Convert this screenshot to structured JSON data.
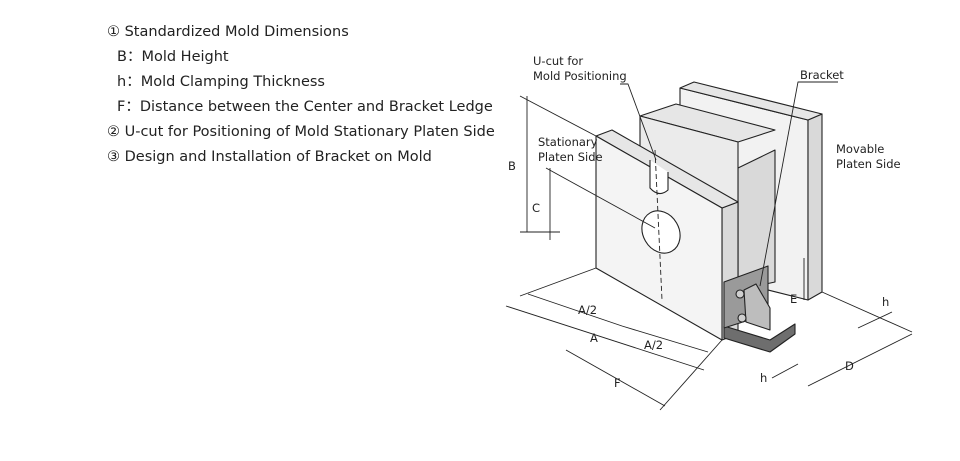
{
  "list": [
    {
      "text": "① Standardized Mold Dimensions",
      "indent": false
    },
    {
      "text": "B：Mold Height",
      "indent": true
    },
    {
      "text": "h：Mold Clamping Thickness",
      "indent": true
    },
    {
      "text": "F：Distance between the Center and Bracket Ledge",
      "indent": true
    },
    {
      "text": "② U-cut for Positioning of Mold Stationary Platen Side",
      "indent": false
    },
    {
      "text": "③ Design and Installation of Bracket on Mold",
      "indent": false
    }
  ],
  "labels": {
    "ucut": [
      "U-cut for",
      "Mold Positioning"
    ],
    "bracket": "Bracket",
    "stationary": [
      "Stationary",
      "Platen Side"
    ],
    "movable": [
      "Movable",
      "Platen Side"
    ]
  },
  "dims": {
    "B": "B",
    "C": "C",
    "A_half_1": "A/2",
    "A": "A",
    "A_half_2": "A/2",
    "F": "F",
    "E": "E",
    "D": "D",
    "h_top": "h",
    "h_bottom": "h"
  },
  "colors": {
    "stroke": "#222222",
    "face": "#f2f2f2",
    "face_dark": "#d9d9d9",
    "bracket": "#9a9a9a",
    "bracket_dark": "#6e6e6e"
  }
}
